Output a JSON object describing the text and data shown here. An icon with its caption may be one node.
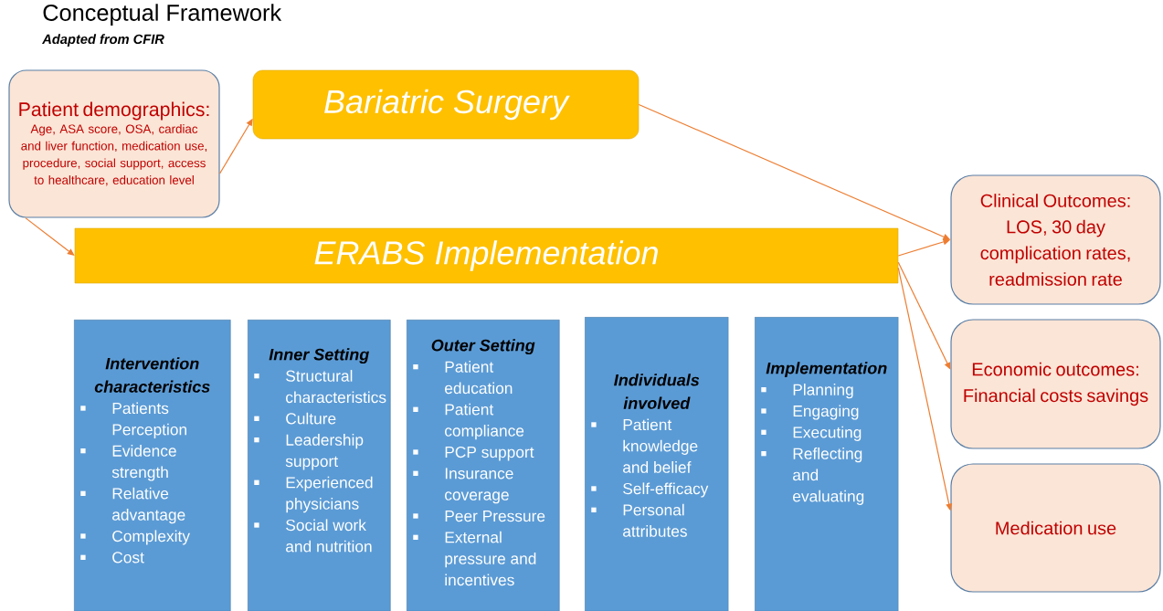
{
  "diagram": {
    "title": "Conceptual Framework",
    "nodes": [
      {
        "text": [
          "Patient demographics:",
          "Age, ASA score, OSA, cardiac and liver function, medication use, procedure, social support, access to healthcare, education level"
        ]
      },
      {
        "text": [
          "Bariatric Surgery"
        ]
      },
      {
        "text": [
          "ERABS Implementation"
        ]
      },
      {
        "text": [
          "Intervention characteristics",
          "Patients Perception",
          "Evidence strength",
          "Relative advantage",
          "Complexity",
          "Cost"
        ]
      },
      {
        "text": [
          "Inner Setting",
          "Structural characteristics",
          "Culture",
          "Leadership support",
          "Experienced physicians",
          "Social work and nutrition"
        ]
      },
      {
        "text": [
          "Outer Setting",
          "Patient education",
          "Patient compliance",
          "PCP support",
          "Insurance coverage",
          "Peer Pressure",
          "External pressure and incentives"
        ]
      },
      {
        "text": [
          "Individuals involved",
          "Patient knowledge and belief",
          "Self-efficacy",
          "Personal attributes"
        ]
      },
      {
        "text": [
          "Implementation",
          "Planning",
          "Engaging",
          "Executing",
          "Reflecting and evaluating"
        ]
      },
      {
        "text": [
          "Clinical Outcomes: LOS, 30 day complication rates, readmission rate"
        ]
      },
      {
        "text": [
          "Economic outcomes: Financial costs savings"
        ]
      },
      {
        "text": [
          "Medication use"
        ]
      }
    ],
    "edges": [
      {
        "from": 0,
        "to": 1,
        "arrow": "to"
      },
      {
        "from": 0,
        "to": 2,
        "arrow": "to"
      },
      {
        "from": 1,
        "to": 8,
        "arrow": "to"
      },
      {
        "from": 2,
        "to": 8,
        "arrow": "to"
      },
      {
        "from": 2,
        "to": 9,
        "arrow": "to"
      },
      {
        "from": 2,
        "to": 10,
        "arrow": "to"
      }
    ],
    "labels": [
      "Adapted from CFIR"
    ]
  }
}
